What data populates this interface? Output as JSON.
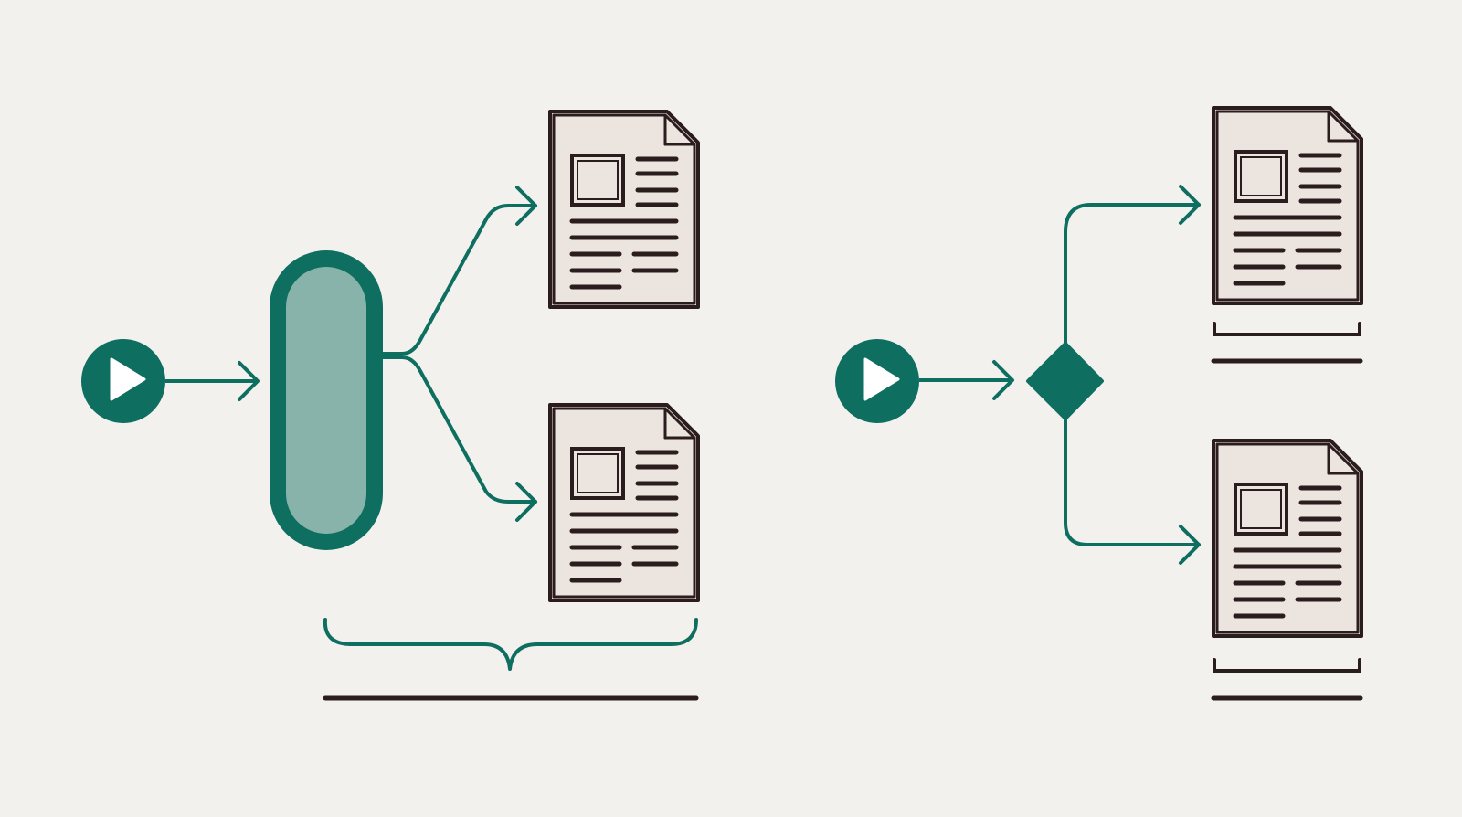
{
  "colors": {
    "background": "#f3f1ee",
    "accent": "#0e6e60",
    "accent_light": "#88b3aa",
    "ink": "#2b1d1e",
    "paper": "#ece4de",
    "play_glyph": "#ffffff"
  },
  "left_flow": {
    "start_icon": "play-circle-icon",
    "process_shape": "pill-capsule",
    "outputs": [
      {
        "icon": "document-icon"
      },
      {
        "icon": "document-icon"
      }
    ],
    "grouping": "curly-brace",
    "label": ""
  },
  "right_flow": {
    "start_icon": "play-circle-icon",
    "decision_shape": "diamond",
    "outputs": [
      {
        "icon": "document-icon",
        "label": ""
      },
      {
        "icon": "document-icon",
        "label": ""
      }
    ]
  }
}
